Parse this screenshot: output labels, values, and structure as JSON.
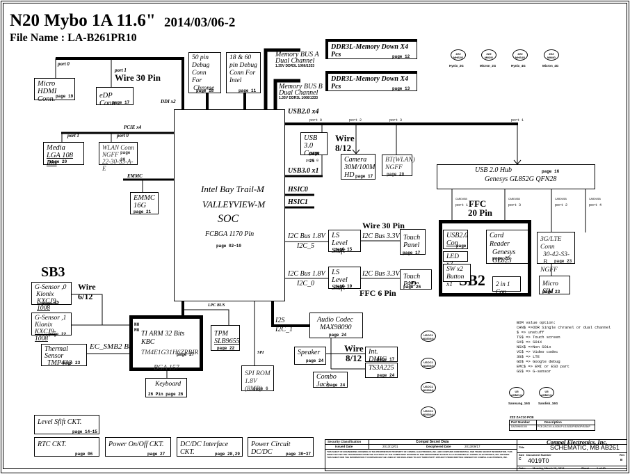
{
  "header": {
    "title": "N20 Mybo 1A 11.6\"",
    "date": "2014/03/06-2",
    "file_name": "File Name : LA-B261PR10"
  },
  "soc": {
    "line1": "Intel Bay Trail-M",
    "line2": "VALLEYVIEW-M",
    "line3": "SOC",
    "line4": "FCBGA 1170 Pin",
    "page": "page 02~10"
  },
  "buses": {
    "ddi": "DDI x2",
    "port0": "port 0",
    "port1": "port 1",
    "wire30": "Wire 30 Pin",
    "pcie": "PCIE x4",
    "pcie_port1": "port 1",
    "pcie_port0": "port 0",
    "emmc": "EMMC",
    "usb2": "USB2.0 x4",
    "usb2_ports": [
      "port 0",
      "port 2",
      "port 3",
      "port 1"
    ],
    "usb3": "USB3.0 x1",
    "usb3_port": "port 0",
    "hsic0": "HSIC0",
    "hsic1": "HSIC1",
    "mem_a": [
      "Memory BUS A",
      "Dual Channel",
      "1.35V DDR3L 1066/1333"
    ],
    "mem_b": [
      "Memory BUS B",
      "Dual Channel",
      "1.35V DDR3L 1066/1333"
    ],
    "lpc": "LPC BUS",
    "spi": "SPI",
    "i2s": "I2S",
    "i2c1": "I2C_1",
    "ec_smb": "EC_SMB2 Bus",
    "wire_cam": [
      "Wire",
      "8/12"
    ],
    "wire_audio": [
      "Wire",
      "8/12"
    ],
    "wire_gs": [
      "Wire",
      "6/12"
    ],
    "ffc20": [
      "FFC",
      "20 Pin"
    ],
    "ffc6": "FFC  6 Pin",
    "wire30_touch": "Wire 30 Pin",
    "i2c5_a": "I2C Bus 1.8V",
    "i2c5_b": "I2C_5",
    "i2c5_c": "I2C Bus 3.3V",
    "i2c0_a": "I2C Bus 1.8V",
    "i2c0_b": "I2C_0",
    "i2c0_c": "I2C Bus 3.3V",
    "hub_ports": [
      "port 1",
      "port 3",
      "port 2",
      "port 4"
    ],
    "hub_tag": "CARDUSB"
  },
  "blocks": {
    "hdmi": {
      "l1": "Micro HDMI",
      "l2": "Conn.",
      "page": "page 19"
    },
    "edp": {
      "l1": "eDP Conn.",
      "page": "page 17"
    },
    "debug50": {
      "l1": "50 pin",
      "l2": "Debug",
      "l3": "Conn For",
      "l4": "Chrome",
      "page": "page 18"
    },
    "debug18": {
      "l1": "18 & 60",
      "l2": "pin  Debug",
      "l3": "Conn For",
      "l4": "Intel",
      "page": "page 11"
    },
    "ddr_a": {
      "l1": "DDR3L-Memory Down X4 Pcs",
      "page": "page 12"
    },
    "ddr_b": {
      "l1": "DDR3L-Memory Down X4 Pcs",
      "page": "page 13"
    },
    "media": {
      "l1": "Media",
      "l2": "LGA 108 Pin",
      "page": "page 20"
    },
    "wlan": {
      "l1": "WLAN Conn",
      "l2": "NGFF",
      "l3": "22-30-S3-A-E",
      "page": "page 20"
    },
    "emmc16": {
      "l1": "EMMC",
      "l2": "16G",
      "page": "page 21"
    },
    "usb3conn": {
      "l1": "USB 3.0",
      "l2": "Conn",
      "page": "page 25"
    },
    "camera": {
      "l1": "Camera",
      "l2": "30M/100M",
      "l3": "HD",
      "page": "page 17"
    },
    "bt": {
      "l1": "BT(WLAN)",
      "l2": "NGFF",
      "page": "page 20"
    },
    "hub": {
      "l1": "USB 2.0 Hub",
      "l2": "Genesys GL852G QFN28",
      "page": "page 16"
    },
    "ls1": {
      "l1": "LS",
      "l2": "Level Shift",
      "page": "page 15"
    },
    "touchpanel": {
      "l1": "Touch",
      "l2": "Panel",
      "page": "page 17"
    },
    "ls2": {
      "l1": "LS",
      "l2": "Level Shift",
      "page": "page 19"
    },
    "touchpad": {
      "l1": "Touch PAD",
      "sub": "6Pin",
      "page": "page 26"
    },
    "usb2con": {
      "l1": "USB2.0",
      "l2": "Con",
      "page": "page 25"
    },
    "led": {
      "l1": "LED x2"
    },
    "sw": {
      "l1": "SW x2",
      "l2": "Button x1"
    },
    "cardreader": {
      "l1": "Card Reader",
      "l2": "Genesys",
      "l3": "GL823",
      "page": "page 25"
    },
    "twoin1": {
      "l1": "2 in 1 Con"
    },
    "sb2": "SB2",
    "lte": {
      "l1": "3G/LTE Conn",
      "l2": "30-42-S3-B",
      "l3": "NGFF",
      "page": "page 23"
    },
    "sim": {
      "l1": "Micro SIM",
      "page": "page 23"
    },
    "sb3": "SB3",
    "gs0": {
      "l1": "G-Sensor ,0",
      "l2": "Kionix",
      "l3": "KXCJ9-1008",
      "page": "page 17"
    },
    "gs1": {
      "l1": "G-Sensor ,1",
      "l2": "Kionix",
      "l3": "KXCJ9-1008",
      "page": "page 22"
    },
    "thermal": {
      "l1": "Thermal Sensor",
      "l2": "TMP432",
      "page": "page 23"
    },
    "kbc": {
      "l1": "TI ARM 32 Bits KBC",
      "l2": "TM4E1G31H6ZRBIR",
      "l3": "BGA 157",
      "page": "page 27",
      "n1": "N8",
      "n2": "M8"
    },
    "keyboard": {
      "l1": "Keyboard",
      "l2": "26 Pin  page 26"
    },
    "tpm": {
      "l1": "TPM",
      "l2": "SLB9655",
      "page": "page 22"
    },
    "spirom": {
      "l1": "SPI ROM",
      "l2": "1.8V (8MB)",
      "page": "page 6"
    },
    "audio": {
      "l1": "Audio Codec",
      "l2": "MAX98090",
      "page": "page 24"
    },
    "speaker": {
      "l1": "Speaker",
      "page": "page 24"
    },
    "dmic": {
      "l1": "Int. DMIC",
      "page": "page 17"
    },
    "ts3a": {
      "l1": "TS3A225",
      "page": "page 24"
    },
    "combo": {
      "l1": "Combo Jack",
      "page": "page 24"
    },
    "levelshift": {
      "l1": "Level Sfift CKT.",
      "page": "page 14~15"
    },
    "rtc": {
      "l1": "RTC CKT.",
      "page": "page 06"
    },
    "power_onoff": {
      "l1": "Power On/Off CKT.",
      "page": "page 27"
    },
    "dcdc_if": {
      "l1": "DC/DC Interface CKT.",
      "page": "page 28,29"
    },
    "power_dcdc": {
      "l1": "Power Circuit DC/DC",
      "page": "page 30~37"
    }
  },
  "memory_options": [
    {
      "ref": "ZZZ",
      "code": "MHS2G",
      "label": "Hynix_2G"
    },
    {
      "ref": "ZZZ",
      "code": "MM2G",
      "label": "Micron_2G"
    },
    {
      "ref": "ZZZ",
      "code": "MHS4G",
      "label": "Hynix_4G"
    },
    {
      "ref": "ZZZ",
      "code": "MM4G",
      "label": "Micron_4G"
    }
  ],
  "soc_options": [
    {
      "ref": "USOC1",
      "code": "N2830@"
    },
    {
      "ref": "USOC1",
      "code": "N2830@"
    },
    {
      "ref": "USOC1",
      "code": "N2930@"
    },
    {
      "ref": "USOC1",
      "code": "N2930@"
    }
  ],
  "emmc_options": [
    {
      "ref": "U5",
      "code": "eMMC@",
      "label": "Samsung_16G"
    },
    {
      "ref": "U5",
      "code": "eMMC@",
      "label": "Sandisk_16G"
    }
  ],
  "bom": {
    "title": "BOM value option:",
    "lines": [
      "CHN$ =>DDR Single chranel or dual channel",
      "$ => unstuff",
      "TS$ => Touch screen",
      "SX$ => S0iX",
      "NSX$ =>Non S0ix",
      "VC$ => Video codec",
      "3G$ => LTE",
      "GD$ => Google debug",
      "EMC$ => EMI or ESD part",
      "GS$ => G-sensor"
    ]
  },
  "pcb_table": {
    "caption": "ZZZ   ZAC10 PCB",
    "headers": [
      "Part Number",
      "Description"
    ],
    "row": [
      "DAZ0WI00100",
      "PCB ZAC10 LA-B261P LS-B262P/B263P/B264P"
    ]
  },
  "title_block": {
    "security_label": "Security Classification",
    "security_value": "Compal Secret Data",
    "issued_label": "Issued Date",
    "issued_value": "2013/12/01",
    "deciphered_label": "Deciphered Date",
    "deciphered_value": "2013/09/17",
    "company": "Compal Electronics, Inc.",
    "title_label": "Title",
    "title_value": "SCHEMATIC, MB AB261",
    "size_label": "Size",
    "size_value": "C",
    "docnum_label": "Document Number",
    "docnum_value": "4019T0",
    "rev_label": "Rev",
    "rev_value": "B",
    "date_label": "Date:",
    "date_value": "Monday, March 10, 2014",
    "sheet_label": "Sheet",
    "sheet_value": "1   of   40",
    "notice": "THIS SHEET OF ENGINEERING DRAWING IS THE PROPRIETARY PROPERTY OF COMPAL ELECTRONICS, INC. AND CONTAINS CONFIDENTIAL AND TRADE SECRET INFORMATION. THIS SHEET MAY NOT BE TRANSFERED FROM THE CUSTODY OF THE COMPETENT DIVISION OF R&D DEPARTMENT EXCEPT AS AUTHORIZED BY COMPAL ELECTRONICS, INC. NEITHER THIS SHEET NOR THE INFORMATION IT CONTAINS MAY BE USED BY OR DISCLOSED TO ANY THIRD PARTY WITHOUT PRIOR WRITTEN CONSENT OF COMPAL ELECTRONICS, INC."
  }
}
